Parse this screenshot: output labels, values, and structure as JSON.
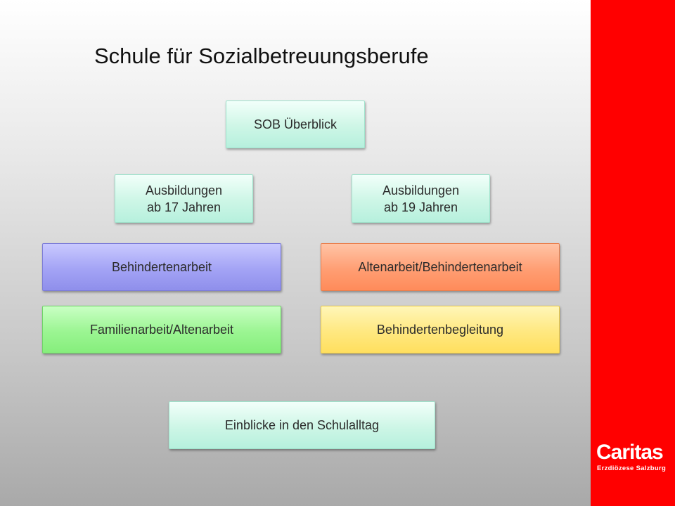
{
  "title": "Schule für Sozialbetreuungsberufe",
  "boxes": {
    "overview": "SOB Überblick",
    "age17": "Ausbildungen\nab 17 Jahren",
    "age19": "Ausbildungen\nab 19 Jahren",
    "behindertenarbeit": "Behindertenarbeit",
    "altenarbeit_behindertenarbeit": "Altenarbeit/Behindertenarbeit",
    "familienarbeit_altenarbeit": "Familienarbeit/Altenarbeit",
    "behindertenbegleitung": "Behindertenbegleitung",
    "schulalltag": "Einblicke in den Schulalltag"
  },
  "logo": {
    "name": "Caritas",
    "subtitle": "Erzdiözese Salzburg"
  },
  "colors": {
    "accent_bar": "#ff0000",
    "mint": "#cdf6e6",
    "blue": "#a3a3f5",
    "orange": "#ff9e73",
    "green": "#9bf592",
    "yellow": "#ffe880"
  }
}
